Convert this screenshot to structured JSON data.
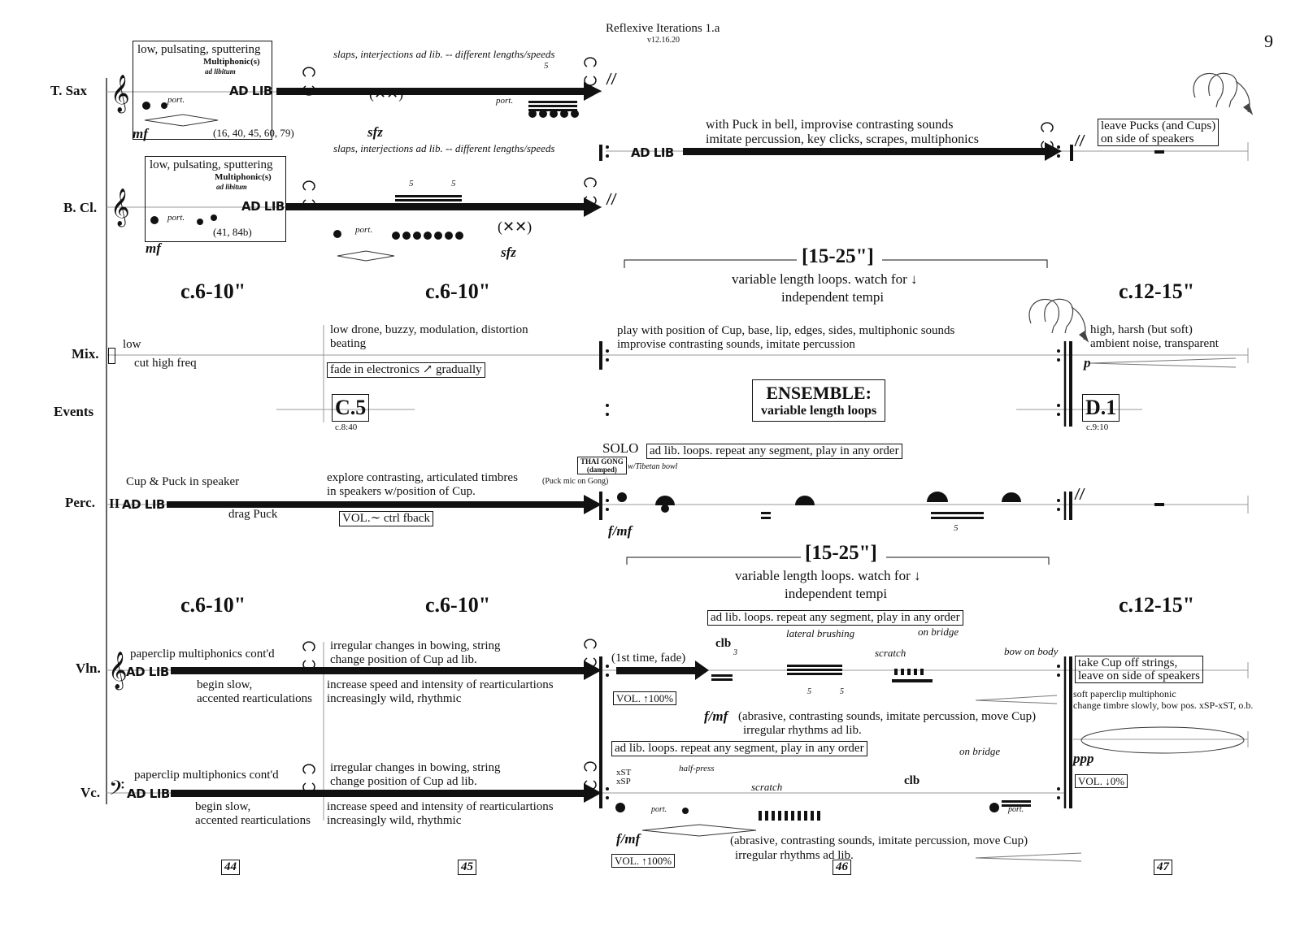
{
  "header": {
    "title": "Reflexive Iterations 1.a",
    "version": "v12.16.20",
    "page_number": "9"
  },
  "instruments": {
    "tsax": "T. Sax",
    "bcl": "B. Cl.",
    "mix": "Mix.",
    "events": "Events",
    "perc": "Perc.",
    "vln": "Vln.",
    "vc": "Vc."
  },
  "durations": {
    "d1": "c.6-10\"",
    "d2": "c.6-10\"",
    "d3": "c.12-15\"",
    "d4": "c.6-10\"",
    "d5": "c.6-10\"",
    "d6": "c.12-15\""
  },
  "loops_upper": {
    "dur": "[15-25\"]",
    "text1": "variable length loops. watch for ↓",
    "text2": "independent tempi"
  },
  "loops_lower": {
    "dur": "[15-25\"]",
    "text1": "variable length loops. watch for ↓",
    "text2": "independent tempi"
  },
  "tsax": {
    "box_text": "low, pulsating, sputtering",
    "multiphonic": "Multiphonic(s)",
    "ad_libitum": "ad libitum",
    "port": "port.",
    "port2": "port.",
    "ad_lib": "AD LIB",
    "dynamic": "mf",
    "fingerings": "(16, 40, 45, 60, 79)",
    "slaps_top": "slaps, interjections ad lib. -- different lengths/speeds",
    "slaps_bottom": "slaps, interjections ad lib. -- different lengths/speeds",
    "sfz": "sfz",
    "tuplet": "5",
    "puck_text1": "with Puck in bell, improvise contrasting sounds",
    "puck_text2": "imitate percussion, key clicks, scrapes, multiphonics",
    "ad_lib2": "AD LIB",
    "leave_text1": "leave Pucks (and Cups)",
    "leave_text2": "on side of speakers"
  },
  "bcl": {
    "box_text": "low, pulsating, sputtering",
    "multiphonic": "Multiphonic(s)",
    "ad_libitum": "ad libitum",
    "port": "port.",
    "port2": "port.",
    "ad_lib": "AD LIB",
    "dynamic": "mf",
    "fingerings": "(41, 84b)",
    "sfz": "sfz",
    "tuplet1": "5",
    "tuplet2": "5"
  },
  "mix": {
    "low": "low",
    "cut": "cut high freq",
    "drone1": "low drone, buzzy, modulation, distortion",
    "drone2": "beating",
    "fade": "fade in electronics ↗ gradually",
    "cup1": "play with position of Cup, base, lip, edges, sides, multiphonic sounds",
    "cup2": "improvise contrasting sounds, imitate percussion",
    "high1": "high, harsh (but soft)",
    "high2": "ambient noise, transparent",
    "dynamic": "p"
  },
  "events": {
    "c5": "C.5",
    "c5_time": "c.8:40",
    "ensemble1": "ENSEMBLE:",
    "ensemble2": "variable length loops",
    "d1": "D.1",
    "d1_time": "c.9:10"
  },
  "perc": {
    "cup": "Cup & Puck in speaker",
    "ad_lib": "AD LIB",
    "drag": "drag Puck",
    "explore1": "explore contrasting, articulated timbres",
    "explore2": "in speakers w/position of Cup.",
    "vol": "VOL.∼ ctrl fback",
    "solo": "SOLO",
    "adlib_loops": "ad lib. loops. repeat any segment, play in any order",
    "thai1": "THAI GONG",
    "thai2": "(damped)",
    "bowl": "w/Tibetan bowl",
    "mic": "(Puck mic on Gong)",
    "dynamic": "f/mf",
    "tuplet": "5"
  },
  "vln": {
    "para": "paperclip multiphonics cont'd",
    "ad_lib": "AD LIB",
    "begin1": "begin slow,",
    "begin2": "accented rearticulations",
    "irr1": "irregular changes in bowing, string",
    "irr2": "change position of Cup ad lib.",
    "inc1": "increase speed and intensity of rearticulartions",
    "inc2": "increasingly wild, rhythmic",
    "first": "(1st time, fade)",
    "vol": "VOL. ↑100%",
    "adlib_loops": "ad lib. loops. repeat any segment, play in any order",
    "clb": "clb",
    "lateral": "lateral brushing",
    "scratch": "scratch",
    "bridge": "on bridge",
    "body": "bow on body",
    "dynamic": "f/mf",
    "abrasive1": "(abrasive, contrasting sounds, imitate percussion, move Cup)",
    "abrasive2": "irregular rhythms ad lib.",
    "take1": "take Cup off strings,",
    "take2": "leave on side of speakers",
    "soft1": "soft paperclip multiphonic",
    "soft2": "change timbre slowly, bow pos. xSP-xST, o.b.",
    "ppp": "ppp",
    "tuplet3": "3",
    "tuplet5a": "5",
    "tuplet5b": "5"
  },
  "vc": {
    "para": "paperclip multiphonics cont'd",
    "ad_lib": "AD LIB",
    "begin1": "begin slow,",
    "begin2": "accented rearticulations",
    "irr1": "irregular changes in bowing, string",
    "irr2": "change position of Cup ad lib.",
    "inc1": "increase speed and intensity of rearticulartions",
    "inc2": "increasingly wild, rhythmic",
    "adlib_loops": "ad lib. loops. repeat any segment, play in any order",
    "xst": "xST",
    "xsp": "xSP",
    "halfpress": "half-press",
    "scratch": "scratch",
    "clb": "clb",
    "bridge": "on bridge",
    "port": "port.",
    "port2": "port.",
    "dynamic": "f/mf",
    "vol": "VOL. ↑100%",
    "abrasive1": "(abrasive, contrasting sounds, imitate percussion, move Cup)",
    "abrasive2": "irregular rhythms ad lib.",
    "vol_down": "VOL. ↓0%"
  },
  "bars": [
    "44",
    "45",
    "46",
    "47"
  ]
}
